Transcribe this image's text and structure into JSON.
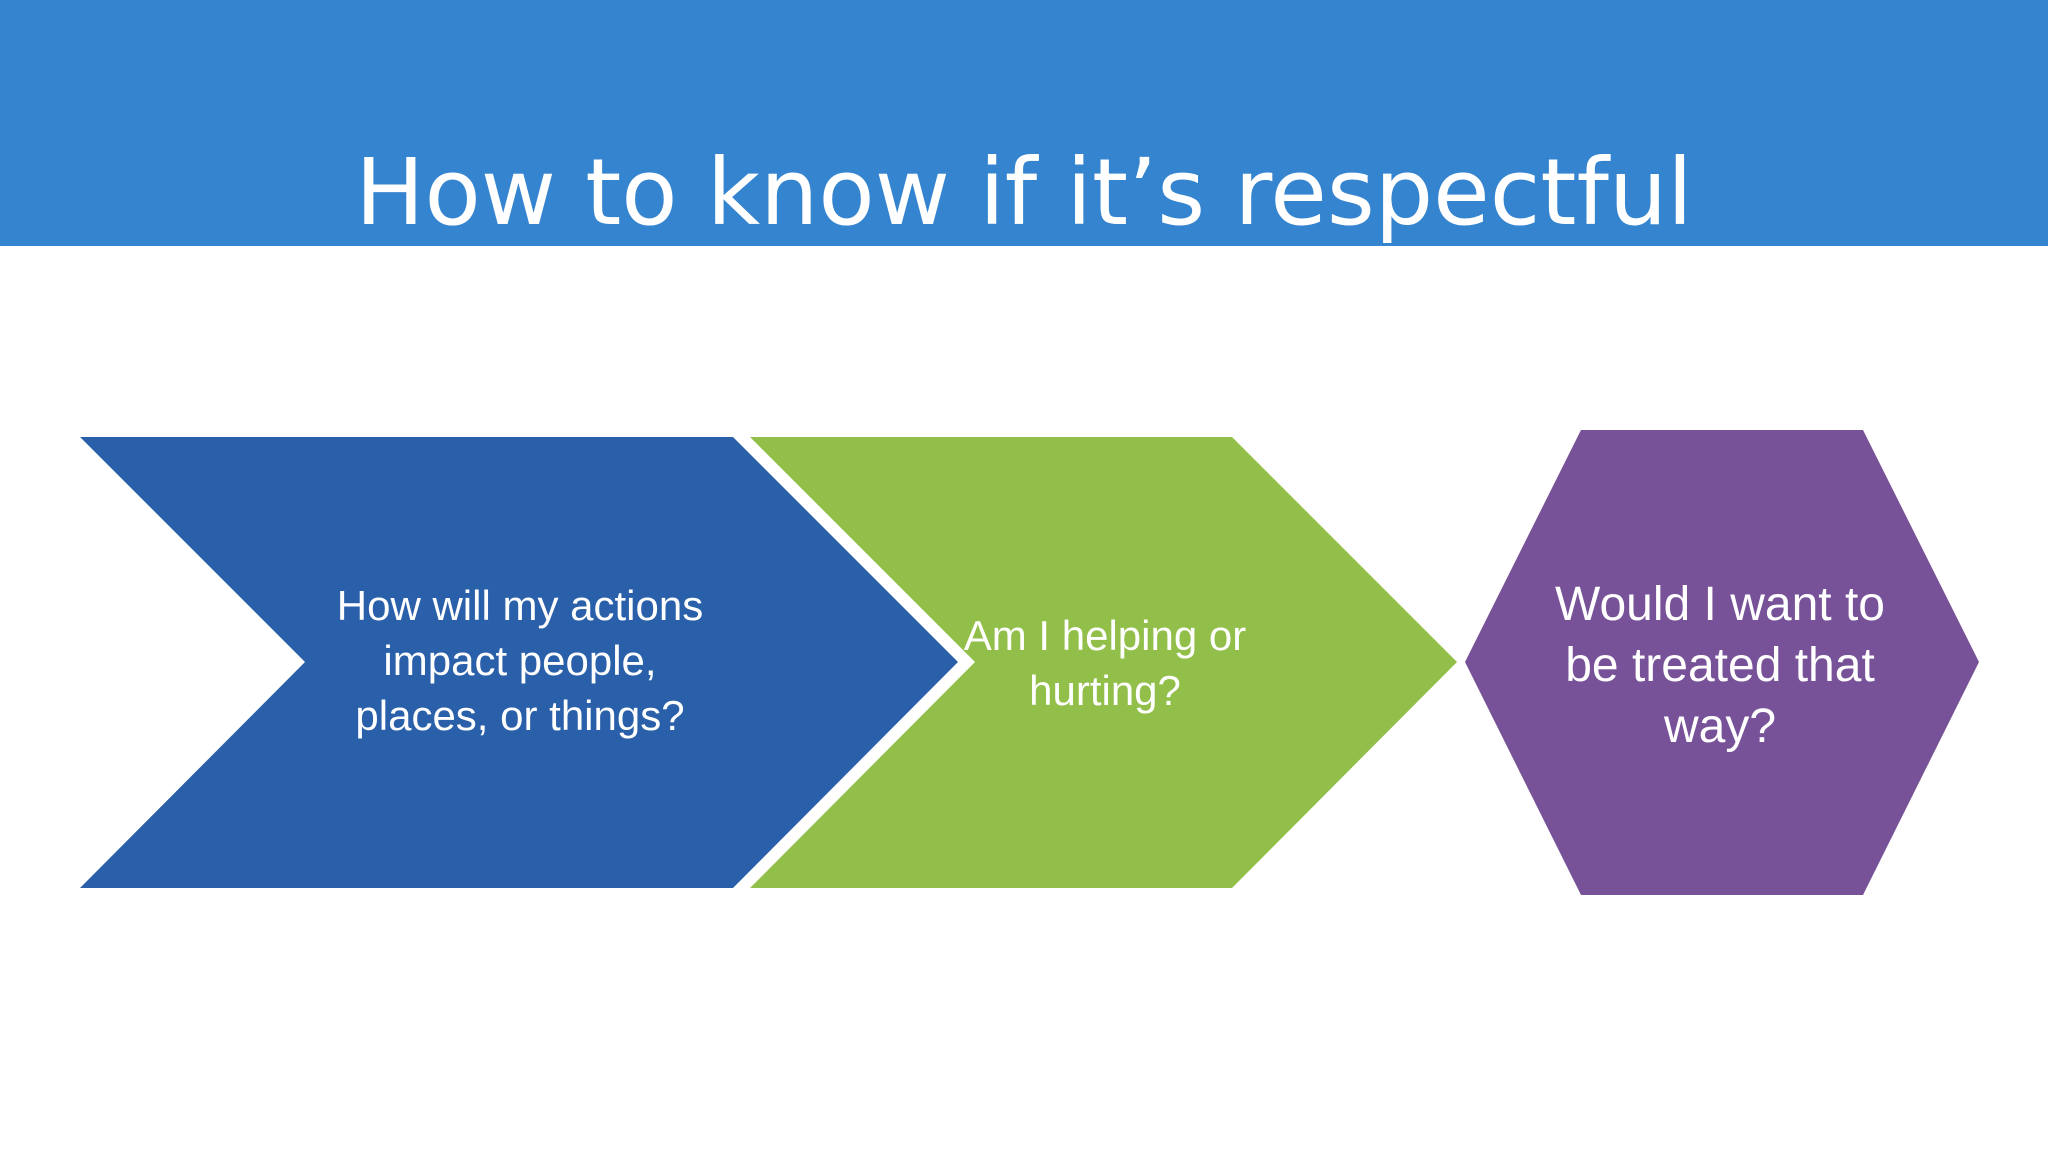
{
  "slide": {
    "title": "How to know if it’s respectful"
  },
  "steps": [
    {
      "label": "How will my actions impact people, places, or things?",
      "shape": "chevron"
    },
    {
      "label": "Am I helping or hurting?",
      "shape": "chevron"
    },
    {
      "label": "Would I want to be treated that way?",
      "shape": "hexagon"
    }
  ],
  "colors": {
    "title_band": "#3584CF",
    "step_1": "#2A5FAA",
    "step_2": "#92BF4A",
    "step_3": "#775298",
    "text": "#FFFFFF",
    "background": "#FFFFFF"
  }
}
